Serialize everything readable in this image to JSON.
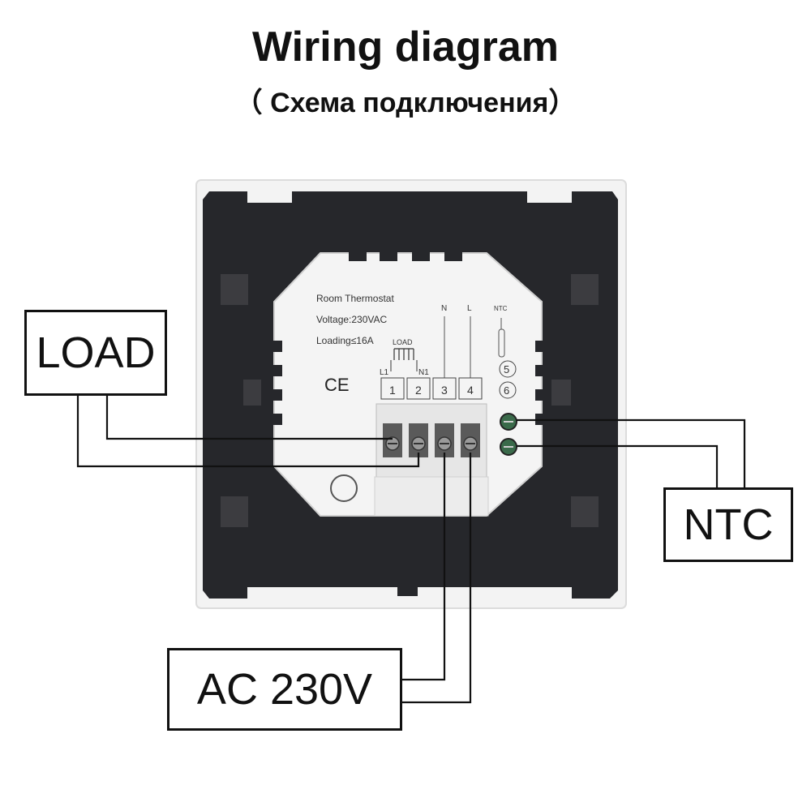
{
  "title": "Wiring diagram",
  "subtitle": "（ Схема подключения）",
  "boxes": {
    "load": "LOAD",
    "ntc": "NTC",
    "ac": "AC 230V"
  },
  "thermostat": {
    "name": "Room Thermostat",
    "voltage": "Voltage:230VAC",
    "loading": "Loading≤16A",
    "ce_mark": "CE",
    "load_symbol_label": "LOAD",
    "terminal_labels": [
      "L1",
      "N1",
      "N",
      "L",
      "NTC"
    ],
    "terminal_numbers": [
      "1",
      "2",
      "3",
      "4",
      "5",
      "6"
    ]
  }
}
